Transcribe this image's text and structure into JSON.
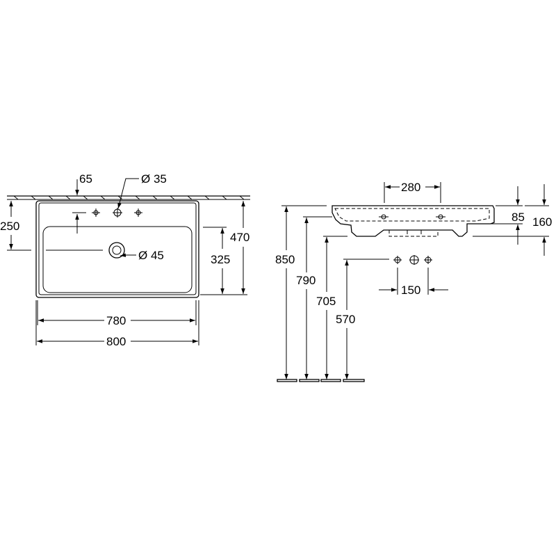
{
  "top_view": {
    "dims": {
      "tap_offset": "65",
      "tap_hole_diameter": "Ø 35",
      "depth_to_tap": "250",
      "total_depth": "470",
      "bowl_depth": "325",
      "drain_diameter": "Ø 45",
      "inner_width": "780",
      "total_width": "800"
    }
  },
  "side_view": {
    "dims": {
      "tap_spacing": "280",
      "height_850": "850",
      "height_790": "790",
      "height_705": "705",
      "height_570": "570",
      "rim_85": "85",
      "overall_160": "160",
      "hole_spacing": "150"
    }
  }
}
